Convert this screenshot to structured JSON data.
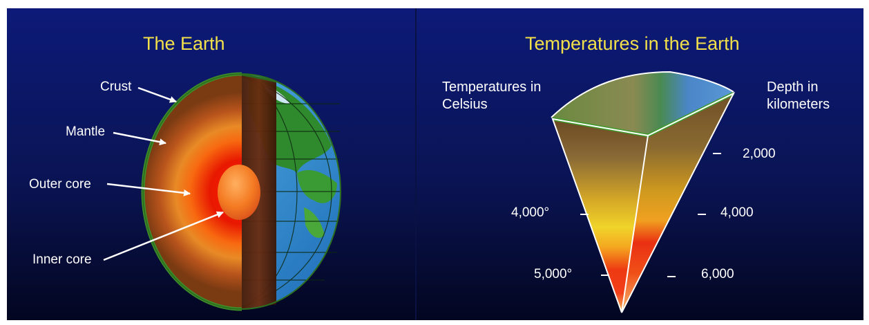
{
  "left_panel": {
    "title": "The Earth",
    "labels": {
      "crust": "Crust",
      "mantle": "Mantle",
      "outer_core": "Outer core",
      "inner_core": "Inner core"
    }
  },
  "right_panel": {
    "title": "Temperatures in the Earth",
    "temperature_heading": "Temperatures in Celsius",
    "depth_heading": "Depth in kilometers",
    "temperature_labels": [
      "4,000°",
      "5,000°"
    ],
    "depth_labels": [
      "2,000",
      "4,000",
      "6,000"
    ]
  },
  "colors": {
    "background_top": "#0d1870",
    "background_bottom": "#040620",
    "title": "#f2e04a",
    "text": "#ffffff",
    "crust": "#3f8f2a",
    "inner_core": "#f07a1f"
  }
}
